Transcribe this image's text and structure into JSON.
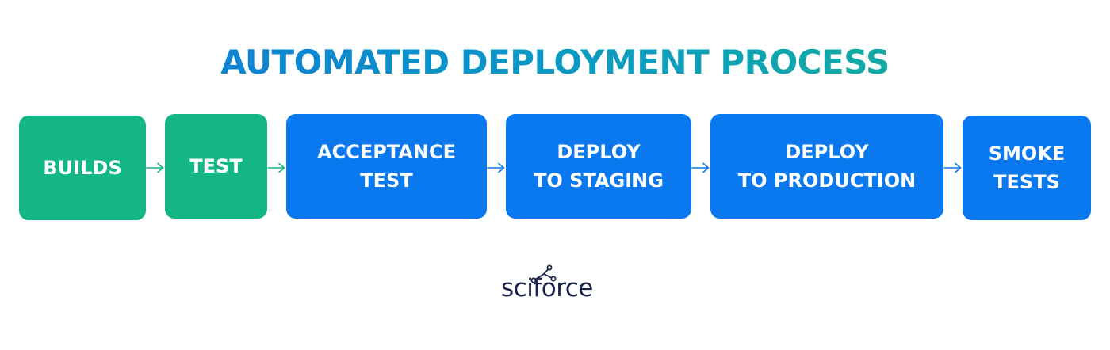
{
  "title": "AUTOMATED DEPLOYMENT PROCESS",
  "steps": [
    {
      "label": "BUILDS",
      "color": "#15b686"
    },
    {
      "label": "TEST",
      "color": "#15b686"
    },
    {
      "label": "ACCEPTANCE\nTEST",
      "color": "#0a78ee"
    },
    {
      "label": "DEPLOY\nTO STAGING",
      "color": "#0a78ee"
    },
    {
      "label": "DEPLOY\nTO PRODUCTION",
      "color": "#0a78ee"
    },
    {
      "label": "SMOKE\nTESTS",
      "color": "#0a78ee"
    }
  ],
  "colors": {
    "green": "#15b686",
    "blue": "#0a78ee",
    "arrow_green": "#15b686",
    "arrow_blue": "#0a78ee",
    "logo": "#1a2249"
  },
  "logo": {
    "text": "sciforce",
    "icon": "network-nodes-icon"
  }
}
